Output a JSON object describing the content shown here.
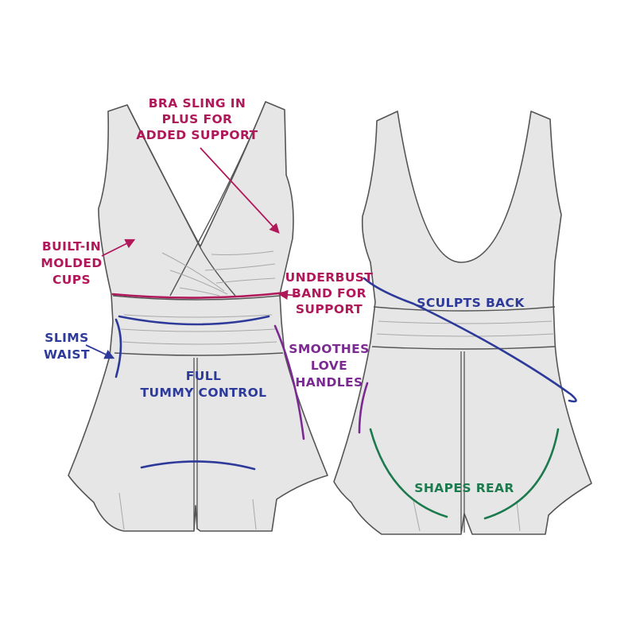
{
  "colors": {
    "garment_fill": "#e6e6e6",
    "garment_stroke": "#555555",
    "fold_line": "#a8a8a8",
    "magenta": "#b0185a",
    "purple": "#7a2a90",
    "blue": "#2e3a9a",
    "green": "#1d7a4e"
  },
  "labels": {
    "bra_sling_1": "BRA SLING IN",
    "bra_sling_2": "PLUS FOR",
    "bra_sling_3": "ADDED SUPPORT",
    "molded_cups_1": "BUILT-IN",
    "molded_cups_2": "MOLDED",
    "molded_cups_3": "CUPS",
    "underbust_1": "UNDERBUST",
    "underbust_2": "BAND FOR",
    "underbust_3": "SUPPORT",
    "slims_waist_1": "SLIMS",
    "slims_waist_2": "WAIST",
    "love_handles_1": "SMOOTHES",
    "love_handles_2": "LOVE",
    "love_handles_3": "HANDLES",
    "tummy_1": "FULL",
    "tummy_2": "TUMMY CONTROL",
    "sculpts_back": "SCULPTS BACK",
    "shapes_rear": "SHAPES REAR"
  }
}
